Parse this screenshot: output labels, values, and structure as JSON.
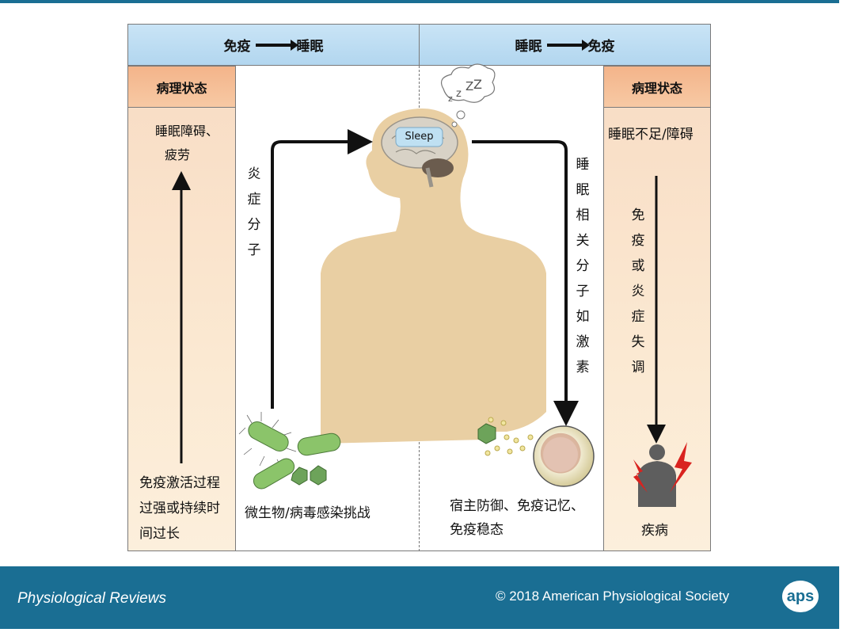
{
  "header": {
    "left": {
      "from": "免疫",
      "to": "睡眠"
    },
    "right": {
      "from": "睡眠",
      "to": "免疫"
    }
  },
  "left_panel": {
    "title": "病理状态",
    "top_text": [
      "睡眠障碍、",
      "疲劳"
    ],
    "bottom_text": [
      "免疫激活过程",
      "过强或持续时",
      "间过长"
    ]
  },
  "right_panel": {
    "title": "病理状态",
    "top_text": "睡眠不足/障碍",
    "vertical_text": [
      "免",
      "疫",
      "或",
      "炎",
      "症",
      "失",
      "调"
    ],
    "bottom_text": "疾病"
  },
  "center": {
    "left_vertical": [
      "炎",
      "症",
      "分",
      "子"
    ],
    "right_vertical": [
      "睡",
      "眠",
      "相",
      "关",
      "分",
      "子",
      "如",
      "激",
      "素"
    ],
    "brain_label": "Sleep",
    "left_bottom": "微生物/病毒感染挑战",
    "right_bottom": [
      "宿主防御、免疫记忆、",
      "免疫稳态"
    ]
  },
  "footer": {
    "journal": "Physiological Reviews",
    "copyright": "© 2018 American Physiological Society",
    "logo": "aps"
  },
  "colors": {
    "header_blue": "#b9daf1",
    "panel_orange": "#f7c9a4",
    "footer": "#1a6e93",
    "body": "#e9cfa3",
    "arrow_red": "#d9231f",
    "microbe_green": "#8bc46a"
  }
}
